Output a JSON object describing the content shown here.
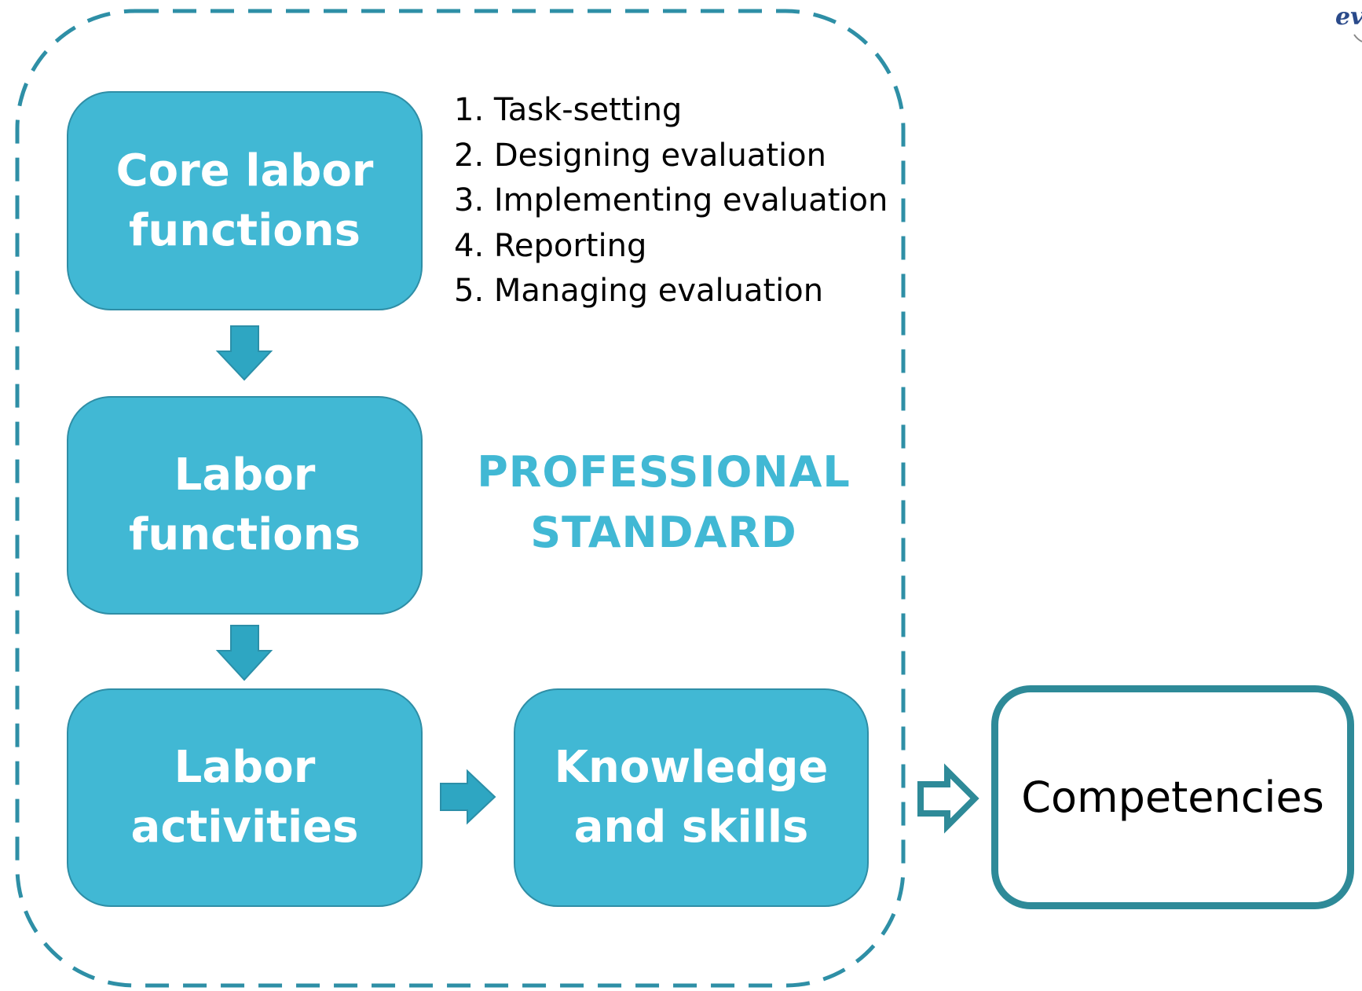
{
  "diagram": {
    "boxes": {
      "core": {
        "line1": "Core labor",
        "line2": "functions"
      },
      "labor_functions": {
        "line1": "Labor",
        "line2": "functions"
      },
      "labor_activities": {
        "line1": "Labor",
        "line2": "activities"
      },
      "knowledge": {
        "line1": "Knowledge",
        "line2": "and skills"
      }
    },
    "core_function_list": [
      "1. Task-setting",
      "2. Designing evaluation",
      "3. Implementing evaluation",
      "4. Reporting",
      "5. Managing evaluation"
    ],
    "standard_label": {
      "line1": "PROFESSIONAL",
      "line2": "STANDARD"
    },
    "outcome": "Competencies",
    "logo_text": "ev",
    "colors": {
      "box_fill": "#41b8d4",
      "box_border": "#2f8ea6",
      "arrow": "#2ea6c2",
      "dashed_border": "#2e8fa6",
      "outcome_border": "#2e8a98",
      "standard_text": "#41b8d4"
    }
  }
}
